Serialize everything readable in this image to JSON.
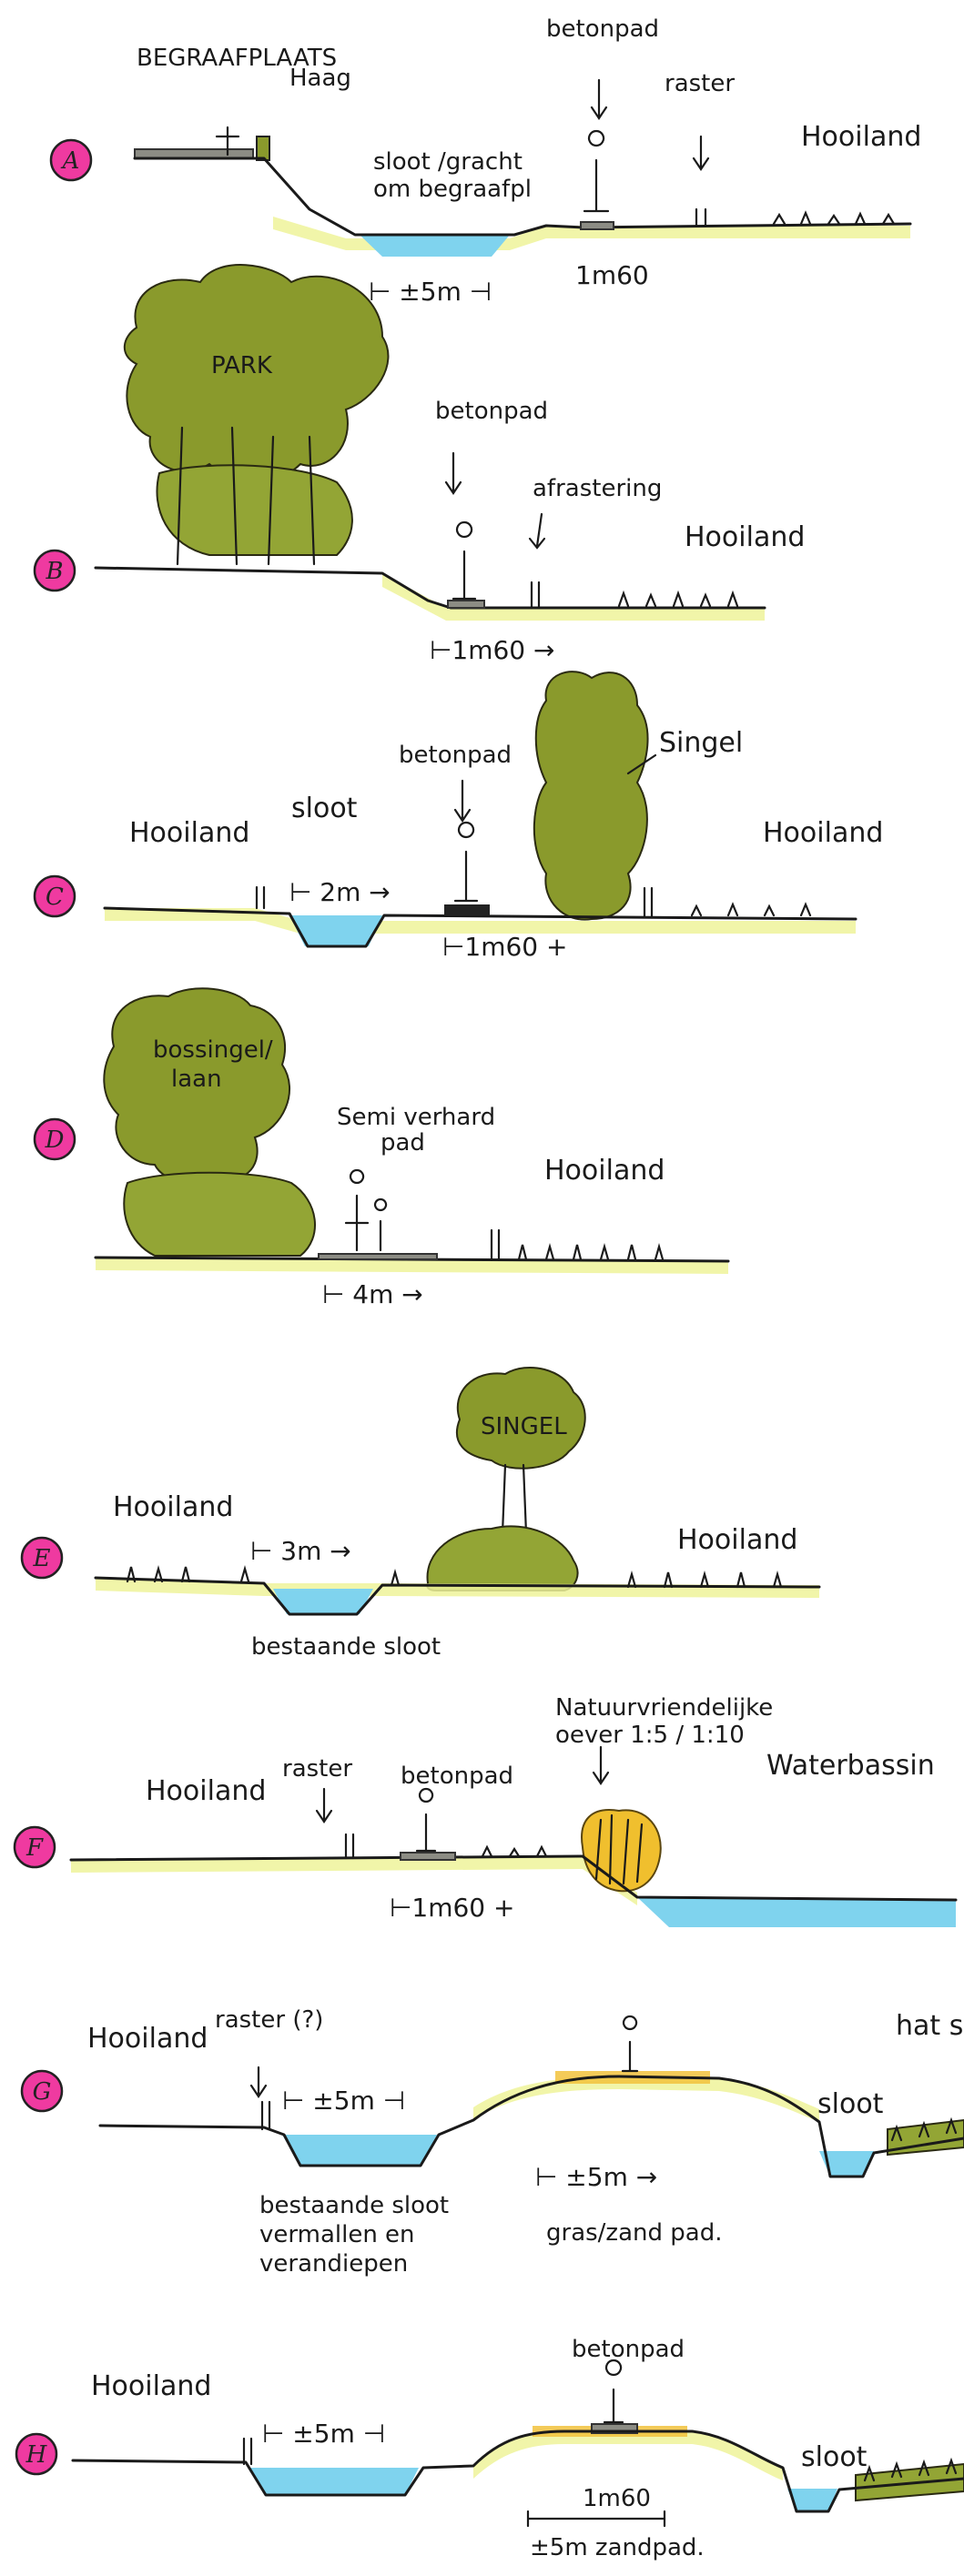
{
  "colors": {
    "marker": "#ef3aa0",
    "foliage": "#8a9a2c",
    "water": "#7fd3ee",
    "grass_highlight": "#eef39a",
    "sand": "#f2c23c"
  },
  "sections": {
    "a": {
      "marker": "A",
      "begraafplaats": "BEGRAAFPLAATS",
      "haag": "Haag",
      "betonpad": "betonpad",
      "raster": "raster",
      "hooiland": "Hooiland",
      "sloot_line1": "sloot /gracht",
      "sloot_line2": "om begraafpl",
      "dim_sloot": "⊢ ±5m ⊣",
      "dim_pad": "1m60"
    },
    "b": {
      "marker": "B",
      "park": "PARK",
      "betonpad": "betonpad",
      "afrastering": "afrastering",
      "hooiland": "Hooiland",
      "dim_pad": "⊢1m60 →"
    },
    "c": {
      "marker": "C",
      "hooiland_left": "Hooiland",
      "sloot": "sloot",
      "betonpad": "betonpad",
      "singel": "Singel",
      "hooiland_right": "Hooiland",
      "dim_sloot": "⊢ 2m →",
      "dim_pad": "⊢1m60 +"
    },
    "d": {
      "marker": "D",
      "bossingel_line1": "bossingel/",
      "bossingel_line2": "laan",
      "semi_line1": "Semi verhard",
      "semi_line2": "pad",
      "hooiland": "Hooiland",
      "dim_pad": "⊢ 4m →"
    },
    "e": {
      "marker": "E",
      "hooiland_left": "Hooiland",
      "singel": "SINGEL",
      "hooiland_right": "Hooiland",
      "dim_sloot": "⊢ 3m →",
      "bestaande_sloot": "bestaande sloot"
    },
    "f": {
      "marker": "F",
      "hooiland": "Hooiland",
      "raster": "raster",
      "betonpad": "betonpad",
      "natuur_line1": "Natuurvriendelijke",
      "natuur_line2": "oever 1:5 / 1:10",
      "waterbassin": "Waterbassin",
      "dim_pad": "⊢1m60 +"
    },
    "g": {
      "marker": "G",
      "hooiland": "Hooiland",
      "raster": "raster (?)",
      "hat": "hat s",
      "dim_sloot": "⊢ ±5m ⊣",
      "sloot": "sloot",
      "bestaande_line1": "bestaande sloot",
      "bestaande_line2": "vermallen en",
      "bestaande_line3": "verandiepen",
      "dim_pad": "⊢ ±5m →",
      "gras_zandpad": "gras/zand pad."
    },
    "h": {
      "marker": "H",
      "hooiland": "Hooiland",
      "betonpad": "betonpad",
      "dim_sloot": "⊢ ±5m ⊣",
      "sloot": "sloot",
      "dim_pad": "1m60",
      "zandpad": "±5m zandpad."
    }
  }
}
